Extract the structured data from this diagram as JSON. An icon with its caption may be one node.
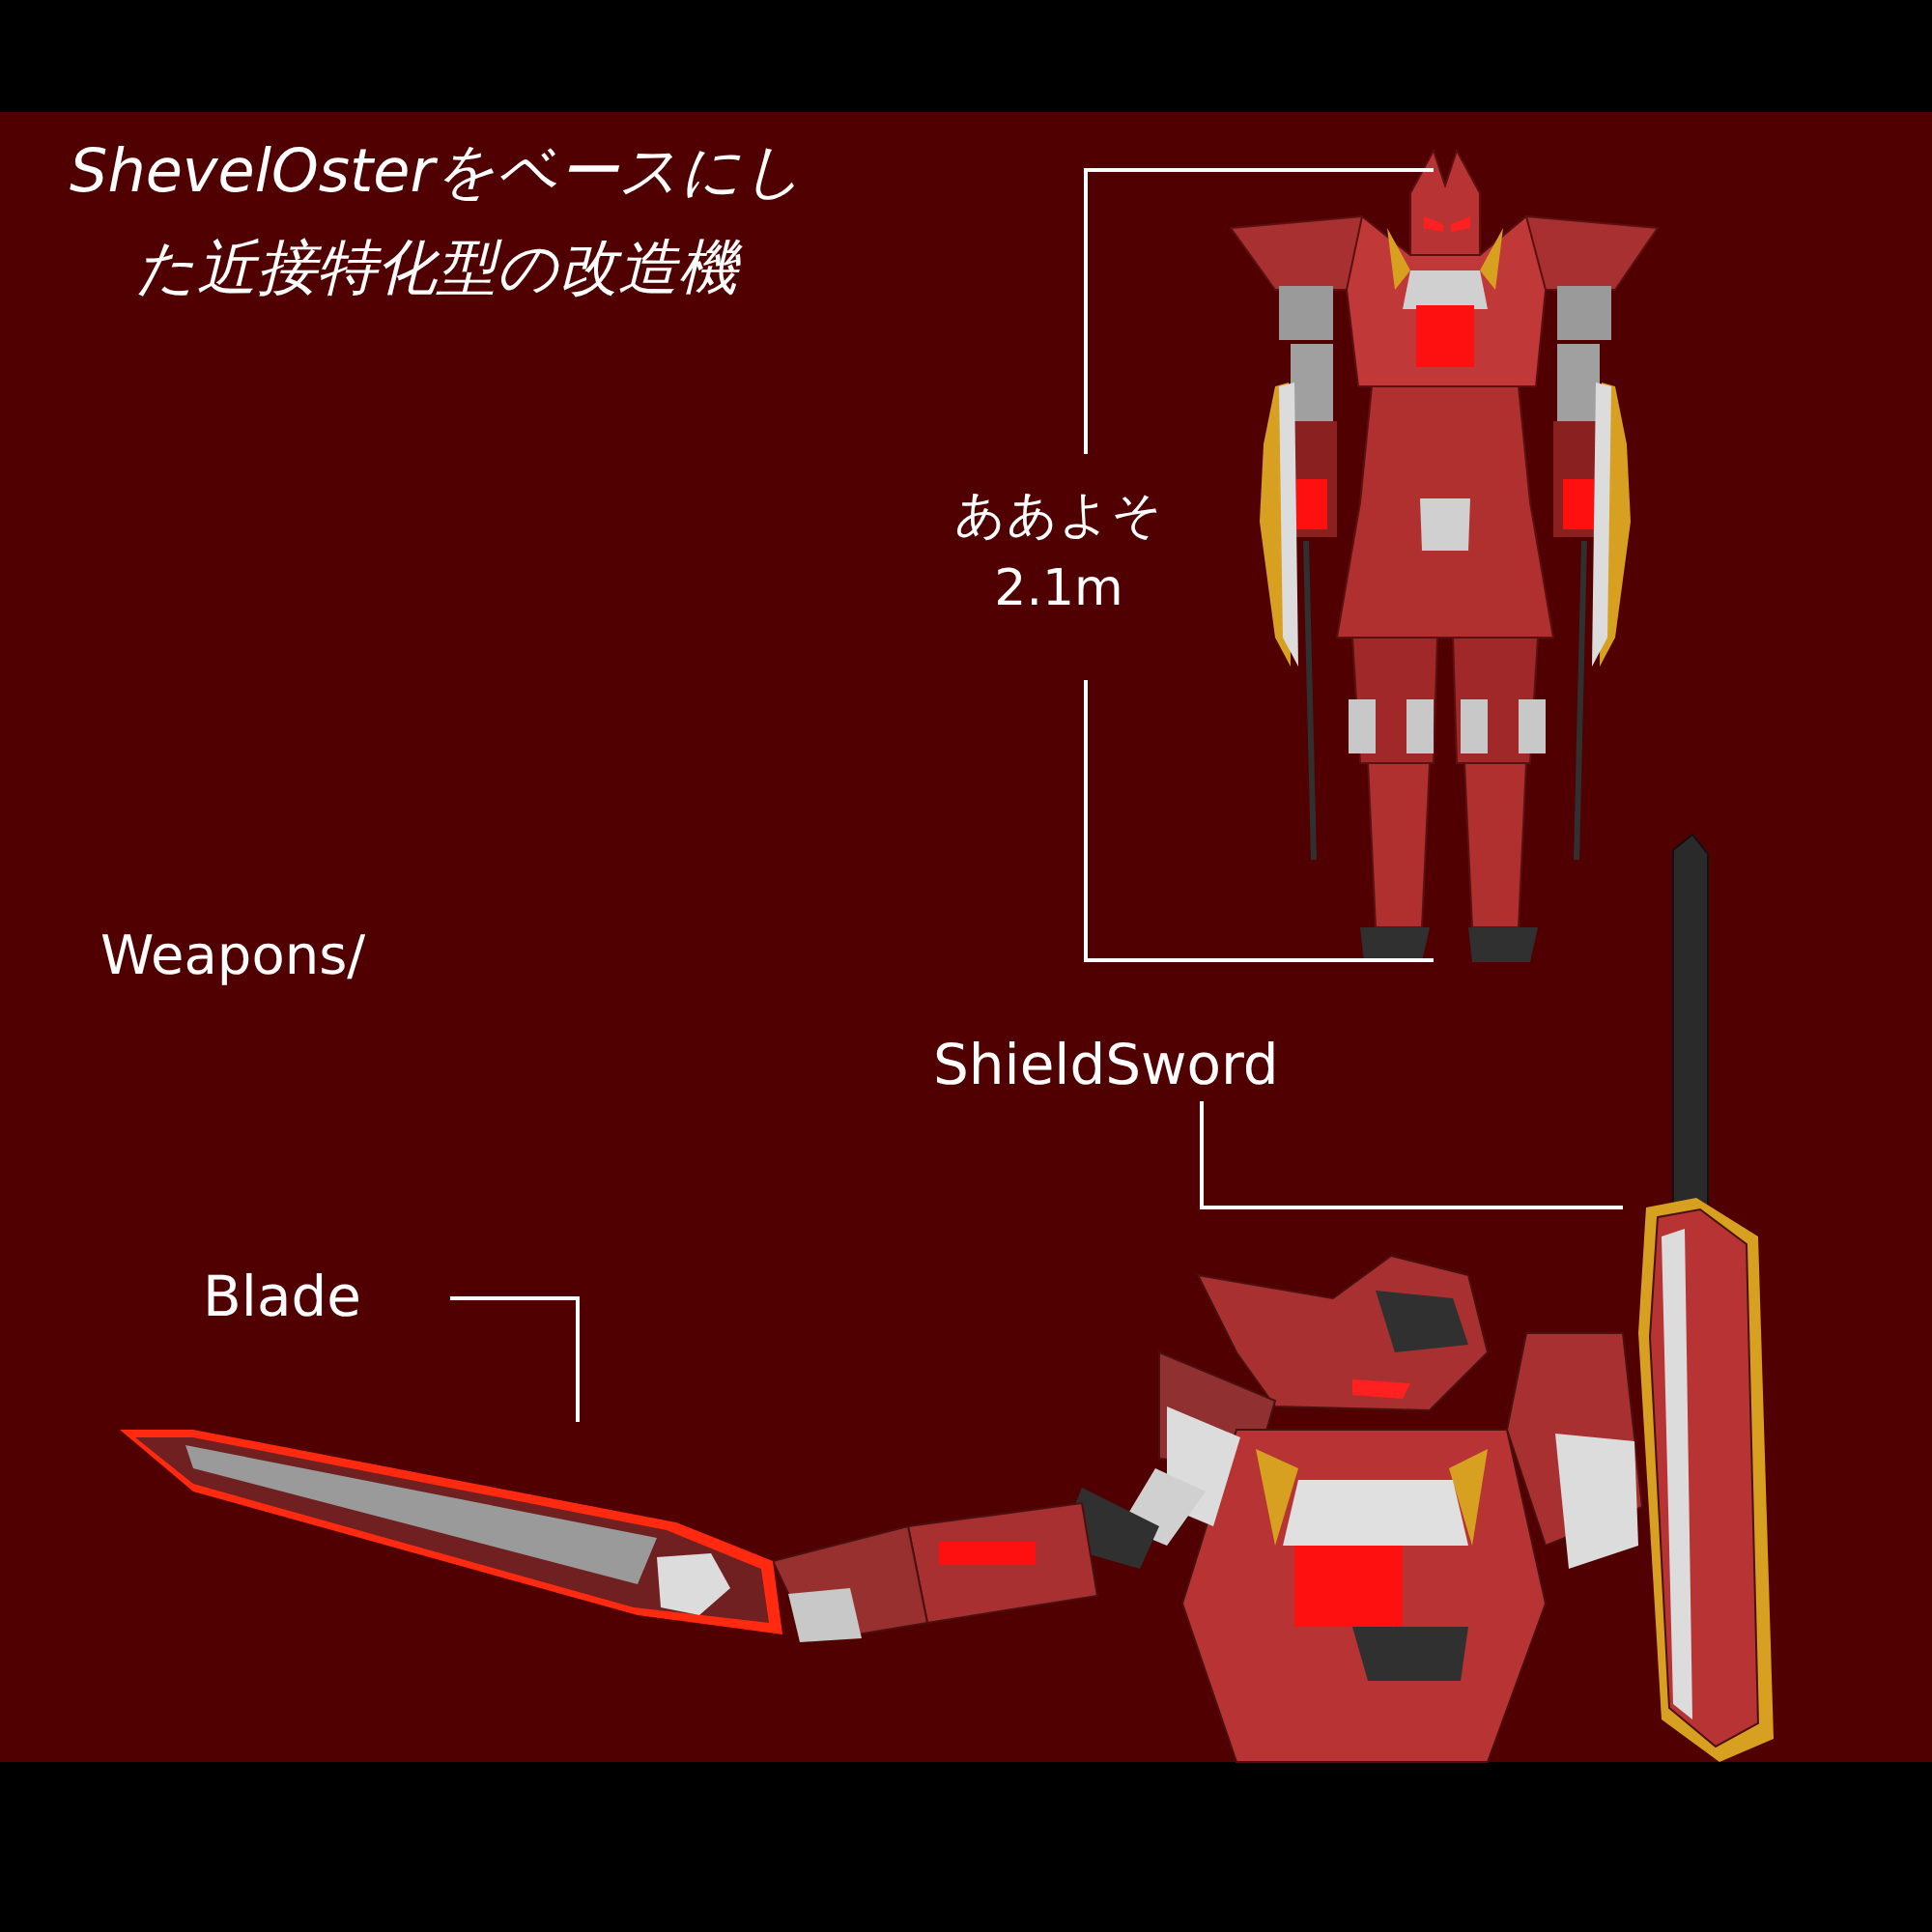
{
  "diagram": {
    "title": "ShevelOsterをベースにした近接特化型の改造機",
    "nodes": [
      {
        "text": [
          "ShieldSword"
        ]
      },
      {
        "text": [],
        "shape": "picture"
      },
      {
        "text": [
          "Blade"
        ]
      },
      {
        "text": [],
        "shape": "picture"
      }
    ],
    "edges": [
      {
        "from": 0,
        "to": 1,
        "arrow": "none"
      },
      {
        "from": 2,
        "to": 3,
        "arrow": "none"
      }
    ],
    "labels": [
      "Weapons/",
      "ああよそ 2.1m"
    ]
  }
}
